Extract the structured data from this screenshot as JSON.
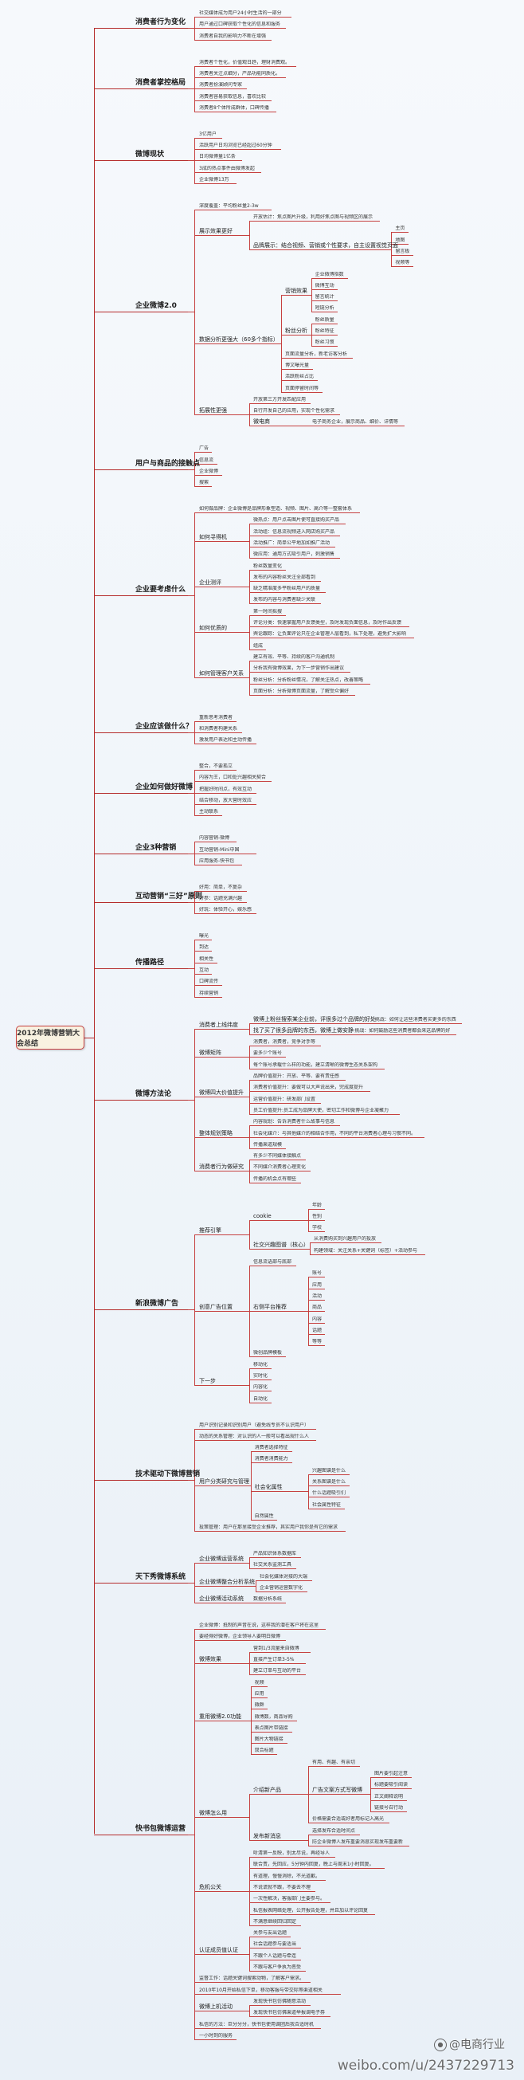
{
  "root": "2012年微博营销大会总结",
  "watermark": "weibo.com/u/2437229713",
  "watermark_brand": "@电商行业",
  "branches": [
    {
      "label": "消费者行为变化",
      "children": [
        {
          "label": "社交媒体成为用户24小时生活的一部分"
        },
        {
          "label": "用户通过口碑获取个性化的信息和服务"
        },
        {
          "label": "消费者自我的影响力不断在增强"
        }
      ]
    },
    {
      "label": "消费者掌控格局",
      "children": [
        {
          "label": "消费者个性化，价值观日趋，理财消费观。"
        },
        {
          "label": "消费者关注点细分，产品功能同质化。"
        },
        {
          "label": "消费者扮演顾问专家"
        },
        {
          "label": "消费者容易获取信息，喜欢比较"
        },
        {
          "label": "消费者8个体所成群体，口碑传播"
        }
      ]
    },
    {
      "label": "微博现状",
      "children": [
        {
          "label": "3亿用户"
        },
        {
          "label": "活跃用户日均浏览已经超过60分钟"
        },
        {
          "label": "日均微博量1亿条"
        },
        {
          "label": "3成的热点事件由微博发起"
        },
        {
          "label": "企业微博13万"
        }
      ]
    },
    {
      "label": "企业微博2.0",
      "children": [
        {
          "label": "深度覆盖：平均粉丝量2-3w"
        },
        {
          "label": "展示效果更好",
          "children": [
            {
              "label": "开放估计：焦点图片升级，利用好焦点图与视频区的展示"
            },
            {
              "label": "品牌展示：结合视频、营销或个性要求，自主设置视觉页面",
              "children": [
                {
                  "label": "主页"
                },
                {
                  "label": "地图"
                },
                {
                  "label": "留言板"
                },
                {
                  "label": "视频等"
                }
              ]
            }
          ]
        },
        {
          "label": "数据分析更强大（60多个指标）",
          "children": [
            {
              "label": "营销效果",
              "children": [
                {
                  "label": "企业微博指数"
                },
                {
                  "label": "微博互动"
                },
                {
                  "label": "留言统计"
                },
                {
                  "label": "短链分析"
                }
              ]
            },
            {
              "label": "粉丝分析",
              "children": [
                {
                  "label": "粉丝质量"
                },
                {
                  "label": "粉丝特征"
                },
                {
                  "label": "粉丝习惯"
                }
              ]
            },
            {
              "label": "页面流量分析，新老访客分析"
            },
            {
              "label": "博文曝光量"
            },
            {
              "label": "活跃粉丝占比"
            },
            {
              "label": "页面停留时间等"
            }
          ]
        },
        {
          "label": "拓展性更强",
          "children": [
            {
              "label": "开放第三方开发匹配应用"
            },
            {
              "label": "自行开发自己的应用，实现个性化需求"
            },
            {
              "label": "微电商",
              "children": [
                {
                  "label": "电子商务企业，展示商品、细价、详情等"
                }
              ]
            }
          ]
        }
      ]
    },
    {
      "label": "用户与商品的接触点",
      "children": [
        {
          "label": "广告"
        },
        {
          "label": "信息流"
        },
        {
          "label": "企业微博"
        },
        {
          "label": "搜索"
        }
      ]
    },
    {
      "label": "企业要考虑什么",
      "children": [
        {
          "label": "如何做品牌：企业微博是品牌形象塑造、视频、图片、高介等一整套体系"
        },
        {
          "label": "如何寻得机",
          "children": [
            {
              "label": "微热点：用户点击图片使可直接购买产品"
            },
            {
              "label": "活动组：信息流视频进入网店购买产品"
            },
            {
              "label": "活动推广：简单公平地加如推广活动"
            },
            {
              "label": "微应用：通用方式吸引用户，刺激销售"
            }
          ]
        },
        {
          "label": "企业测评",
          "children": [
            {
              "label": "粉丝数量变化"
            },
            {
              "label": "发布的内容粉丝关注全部看到"
            },
            {
              "label": "缺乏精准度多平粉丝用户的质量"
            },
            {
              "label": "发布的内容与消费者缺少关联"
            }
          ]
        },
        {
          "label": "如何优质的",
          "children": [
            {
              "label": "第一时间拟搜"
            },
            {
              "label": "评论分类：快速掌握用户反馈类型，及时发现负面信息，及时作出反馈"
            },
            {
              "label": "舆论跟踪：让负面评论只在企业管理人层看到，私下处理，避免扩大影响"
            },
            {
              "label": "组成"
            }
          ]
        },
        {
          "label": "如何管理客户关系",
          "children": [
            {
              "label": "建立有效、平等、持续的客户沟通机制"
            },
            {
              "label": "分析我有微博效果，为下一步营销作出建议"
            },
            {
              "label": "粉丝分析：分析粉丝情况，了解关注热点，改善策略"
            },
            {
              "label": "页面分析：分析微博页面流量，了解受众偏好"
            }
          ]
        }
      ]
    },
    {
      "label": "企业应该做什么？",
      "children": [
        {
          "label": "重新思考消费者"
        },
        {
          "label": "和消费者构建关系"
        },
        {
          "label": "激发用户表达和主动传播"
        }
      ]
    },
    {
      "label": "企业如何做好微博",
      "children": [
        {
          "label": "整合，不要孤立"
        },
        {
          "label": "内容为王，口和处兴趣相关契合"
        },
        {
          "label": "把握好时间点，有效互动"
        },
        {
          "label": "结合移动，放大营时效应"
        },
        {
          "label": "主动联系"
        }
      ]
    },
    {
      "label": "企业3种营销",
      "children": [
        {
          "label": "内容营销-微博"
        },
        {
          "label": "互动营销-Mini中国"
        },
        {
          "label": "应用服务-快书包"
        }
      ]
    },
    {
      "label": "互动营销“三好”原则",
      "children": [
        {
          "label": "好用：简单，不复杂"
        },
        {
          "label": "好参：话题充满兴趣"
        },
        {
          "label": "好玩：体验开心，娱乐感"
        }
      ]
    },
    {
      "label": "传播路径",
      "children": [
        {
          "label": "曝光"
        },
        {
          "label": "到达"
        },
        {
          "label": "相关性"
        },
        {
          "label": "互动"
        },
        {
          "label": "口碑流传"
        },
        {
          "label": "持续营销"
        }
      ]
    },
    {
      "label": "微博方法论",
      "children": [
        {
          "label": "消费者上线纬度",
          "children": [
            {
              "label": "微博上粉丝搜索某企业前，评很多过个品牌的好处",
              "children": [
                {
                  "label": "挑战：如何让这些消费者买更多的东西"
                }
              ]
            },
            {
              "label": "找了买了很多品牌的东西，微博上做安静",
              "children": [
                {
                  "label": "挑战：如何鼓励这些消费者都会来这品牌的好"
                }
              ]
            }
          ]
        },
        {
          "label": "微博矩阵",
          "children": [
            {
              "label": "消费者，消费者，竞争对手等"
            },
            {
              "label": "要多少个账号"
            },
            {
              "label": "每个账号承载什么样的功能，建立清晰的微博生态关系架构"
            }
          ]
        },
        {
          "label": "微博四大价值提升",
          "children": [
            {
              "label": "品牌价值提升：开放、平等、要有责任感"
            },
            {
              "label": "消费者价值提升：要做可以大声说出来，完成度提升"
            },
            {
              "label": "运营价值提升：研发部门设置"
            },
            {
              "label": "员工价值提升:员工成为品牌大使，密切工作和微博与企业凝聚力"
            }
          ]
        },
        {
          "label": "整体规划策略",
          "children": [
            {
              "label": "内容规划：告诉消费者什么故事与信息"
            },
            {
              "label": "社会化媒介：与其他媒介的相结合作用，不同的平台消费者心理与习惯不同。"
            },
            {
              "label": "传播渠道规模"
            }
          ]
        },
        {
          "label": "消费者行为做研究",
          "children": [
            {
              "label": "有多少不同媒体接触点"
            },
            {
              "label": "不同媒介消费者心理变化"
            },
            {
              "label": "传播的机会点有哪些"
            }
          ]
        }
      ]
    },
    {
      "label": "新浪微博广告",
      "children": [
        {
          "label": "推荐引擎",
          "children": [
            {
              "label": "cookie",
              "children": [
                {
                  "label": "年龄"
                },
                {
                  "label": "性别"
                },
                {
                  "label": "学校"
                }
              ]
            },
            {
              "label": "社交兴趣图谱（核心）",
              "children": [
                {
                  "label": "从消费购买到兴趣用户的投放"
                },
                {
                  "label": "构建领域：关注关系+关键词（标签）+活动参与"
                }
              ]
            }
          ]
        },
        {
          "label": "创意广告位置",
          "children": [
            {
              "label": "信息流语部与底部"
            },
            {
              "label": "右侧平台推荐",
              "children": [
                {
                  "label": "账号"
                },
                {
                  "label": "应用"
                },
                {
                  "label": "活动"
                },
                {
                  "label": "商品"
                },
                {
                  "label": "内容"
                },
                {
                  "label": "话题"
                },
                {
                  "label": "等等"
                }
              ]
            },
            {
              "label": "微创品牌模板"
            }
          ]
        },
        {
          "label": "下一步",
          "children": [
            {
              "label": "移动化"
            },
            {
              "label": "实时化"
            },
            {
              "label": "内容化"
            },
            {
              "label": "自动化"
            }
          ]
        }
      ]
    },
    {
      "label": "技术驱动下微博营销",
      "children": [
        {
          "label": "用户识别记录和识别用户（避免线专员不认识用户）"
        },
        {
          "label": "动态的关系管理：对认识的人一般可以看出规什么人"
        },
        {
          "label": "用户分类研究与管理",
          "children": [
            {
              "label": "消费者选择特征"
            },
            {
              "label": "消费者消费能力"
            },
            {
              "label": "社会化属性",
              "children": [
                {
                  "label": "兴趣图谱是什么"
                },
                {
                  "label": "关系图谱是什么"
                },
                {
                  "label": "什么话题吸引们"
                },
                {
                  "label": "社会属性特征"
                }
              ]
            },
            {
              "label": "自然属性"
            }
          ]
        },
        {
          "label": "投策管理：用户在那里接受企业推荐，其实用户我你是有它的需求"
        }
      ]
    },
    {
      "label": "天下秀微博系统",
      "children": [
        {
          "label": "企业微博运营系统",
          "children": [
            {
              "label": "产品知识体系数据库"
            },
            {
              "label": "社交关系监测工具"
            }
          ]
        },
        {
          "label": "企业微博整合分析系统",
          "children": [
            {
              "label": "社会化媒体对接的大端"
            },
            {
              "label": "企业营销运营数字化"
            }
          ]
        },
        {
          "label": "企业微博活动系统",
          "children": [
            {
              "label": "数据分析系统"
            }
          ]
        }
      ]
    },
    {
      "label": "快书包微博运营",
      "children": [
        {
          "label": "企业微博：抵制的声音在说，这样我的潜在客户将在这里"
        },
        {
          "label": "要经得好微博，企业领导人要明白微博"
        },
        {
          "label": "微博效果",
          "children": [
            {
              "label": "营到1/3流量来自微博"
            },
            {
              "label": "直接产生订单3-5%"
            },
            {
              "label": "建立订单与互动的平台"
            }
          ]
        },
        {
          "label": "重用微博2.0功能",
          "children": [
            {
              "label": "视频"
            },
            {
              "label": "应用"
            },
            {
              "label": "微群"
            },
            {
              "label": "微博数，商品导购"
            },
            {
              "label": "表点图片带链接"
            },
            {
              "label": "图片大物链接"
            },
            {
              "label": "双合标题"
            }
          ]
        },
        {
          "label": "微博怎么用",
          "children": [
            {
              "label": "介绍新产品",
              "children": [
                {
                  "label": "有用、有趣、有亲切"
                },
                {
                  "label": "广告文案方式写微博",
                  "children": [
                    {
                      "label": "图片要引起注意"
                    },
                    {
                      "label": "标题要吸引阅读"
                    },
                    {
                      "label": "正文阐释说明"
                    },
                    {
                      "label": "链接号召行动"
                    }
                  ]
                },
                {
                  "label": "价格需要合适或好者用标记入高光"
                }
              ]
            },
            {
              "label": "发布新消息",
              "children": [
                {
                  "label": "选择发布合适时间点"
                },
                {
                  "label": "防企业微博人发布重要消息实现发布重要新"
                }
              ]
            }
          ]
        },
        {
          "label": "危机公关",
          "children": [
            {
              "label": "听清第一反映，别太尽说，再经导人"
            },
            {
              "label": "联合责，先回应，5分钟内回复，晚上与周末1小时回复。"
            },
            {
              "label": "有道理，慢慢消除，不光道歉。"
            },
            {
              "label": "不说谎就不跟，不要去不理"
            },
            {
              "label": "一次性解决，客服部门主要参与。"
            },
            {
              "label": "私信报表网络处理，公开报告处理，并且加以评论回复"
            },
            {
              "label": "不满意继续回归回定"
            }
          ]
        },
        {
          "label": "认证成员值认证",
          "children": [
            {
              "label": "关参与友出话题"
            },
            {
              "label": "社会话题参与要适当"
            },
            {
              "label": "不跟个人话题与牵连"
            },
            {
              "label": "不跟与客户争执为恶受"
            }
          ]
        },
        {
          "label": "监督工作：话题关键词搜索动物，了解客户需求。"
        },
        {
          "label": "2010年10月开始私信下单，移动客服与带交际等渠道相关"
        },
        {
          "label": "微博上机活动",
          "children": [
            {
              "label": "发现快书包仿佛随意活动"
            },
            {
              "label": "发现快书包仿佛渠道举报调电子券"
            }
          ]
        },
        {
          "label": "私信的方法：巨分分分，快书包使用调团后我合适时机"
        },
        {
          "label": "一小时到的服务"
        }
      ]
    }
  ]
}
